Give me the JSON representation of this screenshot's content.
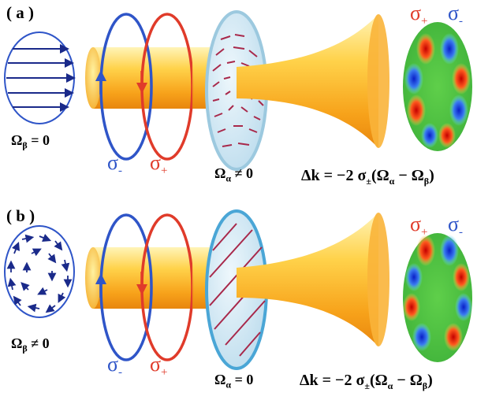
{
  "panels": [
    {
      "id": "a",
      "label": "( a )",
      "omega_beta": "Ω",
      "omega_beta_sub": "β",
      "omega_beta_rel": " = 0",
      "omega_alpha": "Ω",
      "omega_alpha_sub": "α",
      "omega_alpha_rel": " ≠ 0",
      "formula": "Δk = −2 σ",
      "formula_sub": "±",
      "formula_mid": "(Ω",
      "formula_sub2": "α",
      "formula_mid2": " − Ω",
      "formula_sub3": "β",
      "formula_end": ")",
      "sigma_minus": "σ",
      "sigma_minus_sub": "-",
      "sigma_plus": "σ",
      "sigma_plus_sub": "+",
      "legend_sigma_plus": "σ",
      "legend_sigma_plus_sub": "+",
      "legend_sigma_minus": "σ",
      "legend_sigma_minus_sub": "-"
    },
    {
      "id": "b",
      "label": "( b )",
      "omega_beta": "Ω",
      "omega_beta_sub": "β",
      "omega_beta_rel": " ≠ 0",
      "omega_alpha": "Ω",
      "omega_alpha_sub": "α",
      "omega_alpha_rel": " = 0",
      "formula": "Δk = −2 σ",
      "formula_sub": "±",
      "formula_mid": "(Ω",
      "formula_sub2": "α",
      "formula_mid2": " − Ω",
      "formula_sub3": "β",
      "formula_end": ")",
      "sigma_minus": "σ",
      "sigma_minus_sub": "-",
      "sigma_plus": "σ",
      "sigma_plus_sub": "+",
      "legend_sigma_plus": "σ",
      "legend_sigma_plus_sub": "+",
      "legend_sigma_minus": "σ",
      "legend_sigma_minus_sub": "-"
    }
  ],
  "colors": {
    "sigma_minus": "#2f55c8",
    "sigma_plus": "#e03b2a",
    "beam": "#f7a820",
    "plate": "#cfe6f2"
  }
}
